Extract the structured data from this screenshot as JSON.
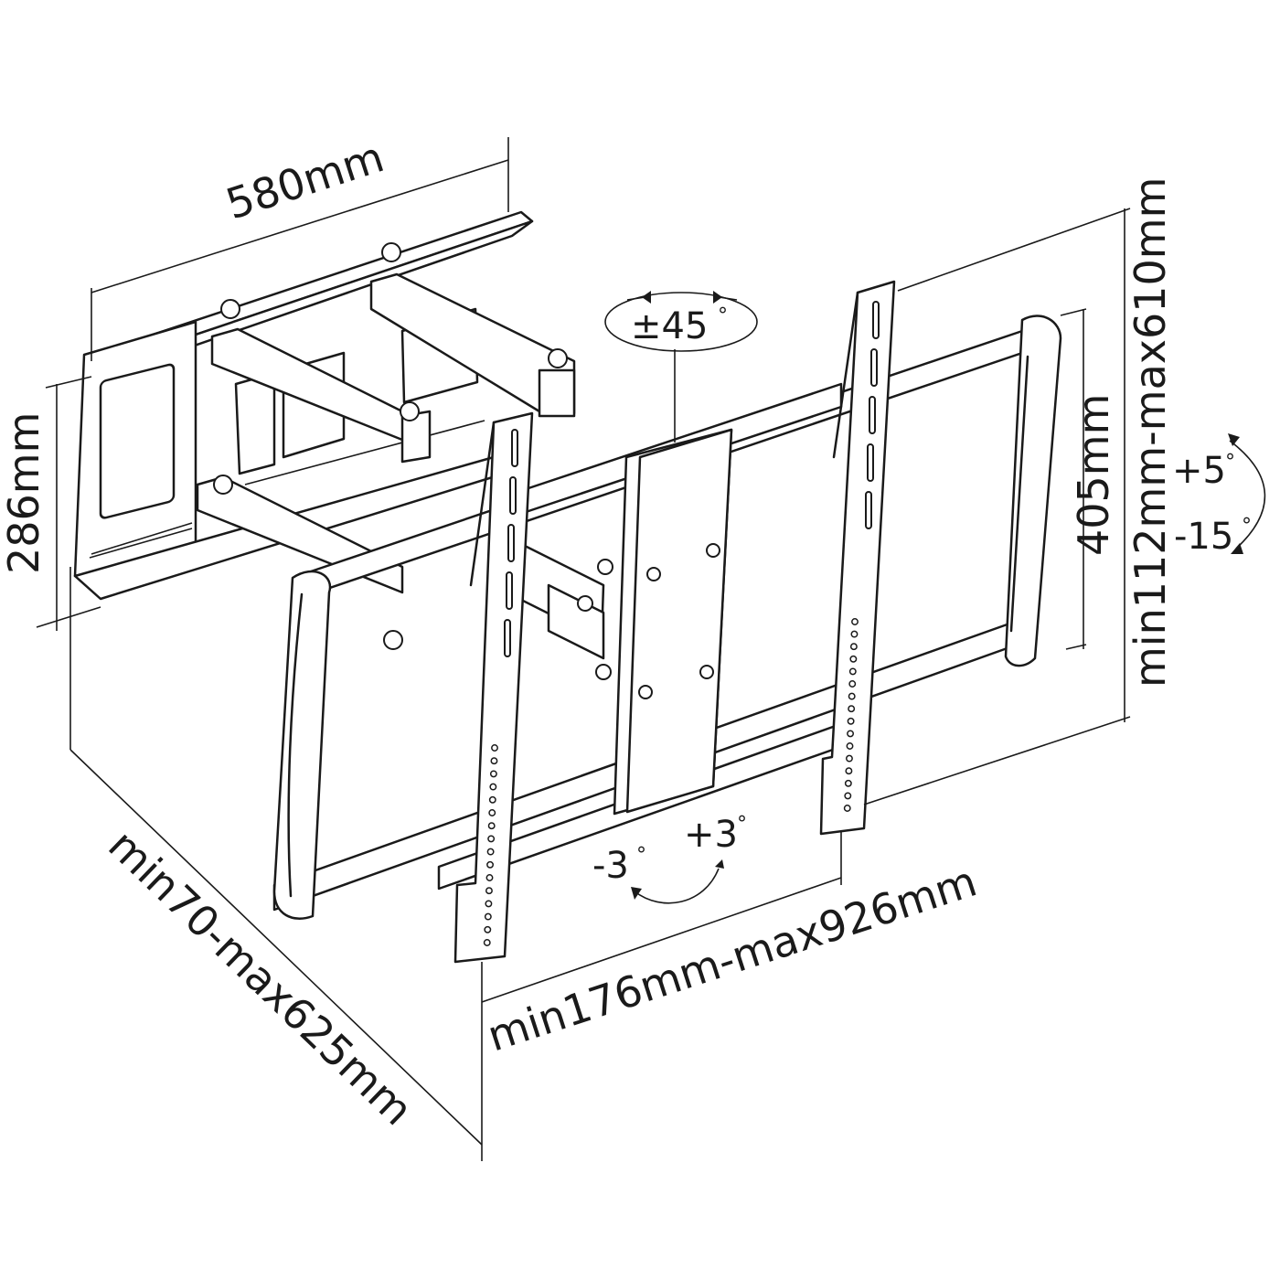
{
  "dimensions": {
    "wall_plate_width": "580mm",
    "wall_plate_height": "286mm",
    "extension": "min70-max625mm",
    "horizontal_spacing": "min176mm-max926mm",
    "vertical_spacing": "405mm",
    "vertical_range": "min112mm-max610mm"
  },
  "angles": {
    "swivel": "±45",
    "tilt_up": "+5",
    "tilt_down": "-15",
    "level_plus": "+3",
    "level_minus": "-3",
    "degree_symbol": "°"
  }
}
